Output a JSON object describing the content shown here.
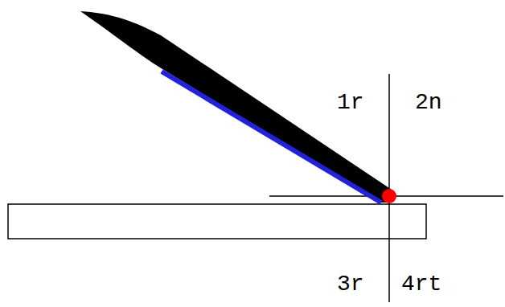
{
  "diagram": {
    "labels": [
      "1r",
      "2n",
      "3r",
      "4rt"
    ]
  }
}
